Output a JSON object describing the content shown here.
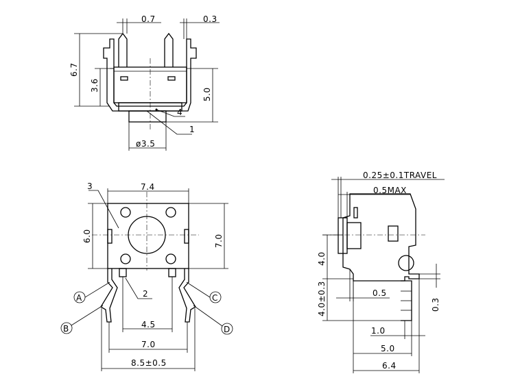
{
  "top_view": {
    "dim_pin_width": "0.7",
    "dim_pin_thickness": "0.3",
    "dim_total_height": "6.7",
    "dim_body_height": "3.6",
    "dim_height_5": "5.0",
    "dim_actuator_dia": "ø3.5",
    "callout_1": "1",
    "callout_4": "4"
  },
  "front_view": {
    "dim_width": "7.4",
    "dim_height": "6.0",
    "dim_height_total": "7.0",
    "dim_inner": "4.5",
    "dim_pin_span": "7.0",
    "dim_outer": "8.5±0.5",
    "callout_2": "2",
    "callout_3": "3",
    "pin_a": "A",
    "pin_b": "B",
    "pin_c": "C",
    "pin_d": "D"
  },
  "side_view": {
    "dim_travel": "0.25±0.1TRAVEL",
    "dim_max": "0.5MAX",
    "dim_4": "4.0",
    "dim_4_tol": "4.0±0.3",
    "dim_05": "0.5",
    "dim_03": "0.3",
    "dim_10": "1.0",
    "dim_50": "5.0",
    "dim_64": "6.4"
  }
}
